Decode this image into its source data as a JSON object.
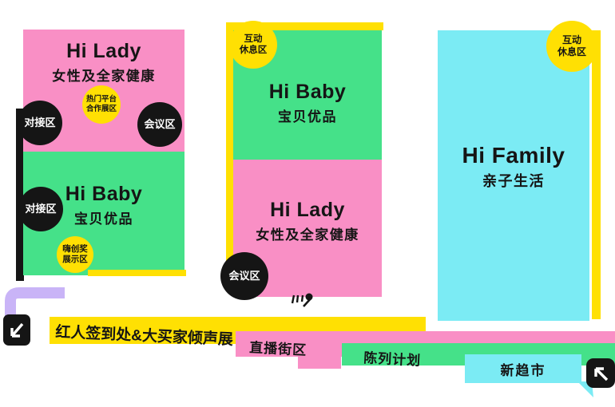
{
  "zones": [
    {
      "id": "left-top",
      "title": "Hi Lady",
      "subtitle": "女性及全家健康"
    },
    {
      "id": "left-bottom",
      "title": "Hi Baby",
      "subtitle": "宝贝优品"
    },
    {
      "id": "mid-top",
      "title": "Hi Baby",
      "subtitle": "宝贝优品"
    },
    {
      "id": "mid-bottom",
      "title": "Hi Lady",
      "subtitle": "女性及全家健康"
    },
    {
      "id": "right",
      "title": "Hi Family",
      "subtitle": "亲子生活"
    }
  ],
  "badges": [
    {
      "id": "dock-1",
      "label": "对接区",
      "style": "black"
    },
    {
      "id": "meeting-1",
      "label": "会议区",
      "style": "black"
    },
    {
      "id": "hot-platform",
      "line1": "热门平台",
      "line2": "合作展区",
      "style": "yellow"
    },
    {
      "id": "dock-2",
      "label": "对接区",
      "style": "black"
    },
    {
      "id": "hi-award",
      "line1": "嗨创奖",
      "line2": "展示区",
      "style": "yellow"
    },
    {
      "id": "rest-mid",
      "line1": "互动",
      "line2": "休息区",
      "style": "yellow"
    },
    {
      "id": "meeting-2",
      "label": "会议区",
      "style": "black"
    },
    {
      "id": "rest-right",
      "line1": "互动",
      "line2": "休息区",
      "style": "yellow"
    }
  ],
  "ribbons": [
    {
      "id": "kol-checkin",
      "label": "红人签到处&大买家倾声展",
      "color": "#FFE003"
    },
    {
      "id": "live-street",
      "label": "直播街区",
      "color": "#F98FC5"
    },
    {
      "id": "display-plan",
      "label": "陈列计划",
      "color": "#45E189"
    },
    {
      "id": "new-market",
      "label": "新趋市",
      "color": "#7BEBF4"
    }
  ],
  "icons": {
    "bottom_left_arrow": "arrow-down-left",
    "bottom_right_arrow": "arrow-up-left",
    "obscured_fragment": "partial-glyph"
  },
  "colors": {
    "pink": "#F98FC5",
    "green": "#45E189",
    "cyan": "#7BEBF4",
    "yellow": "#FFE003",
    "black": "#151515",
    "purple": "#C9B4F7",
    "background": "#FFFFFF"
  }
}
